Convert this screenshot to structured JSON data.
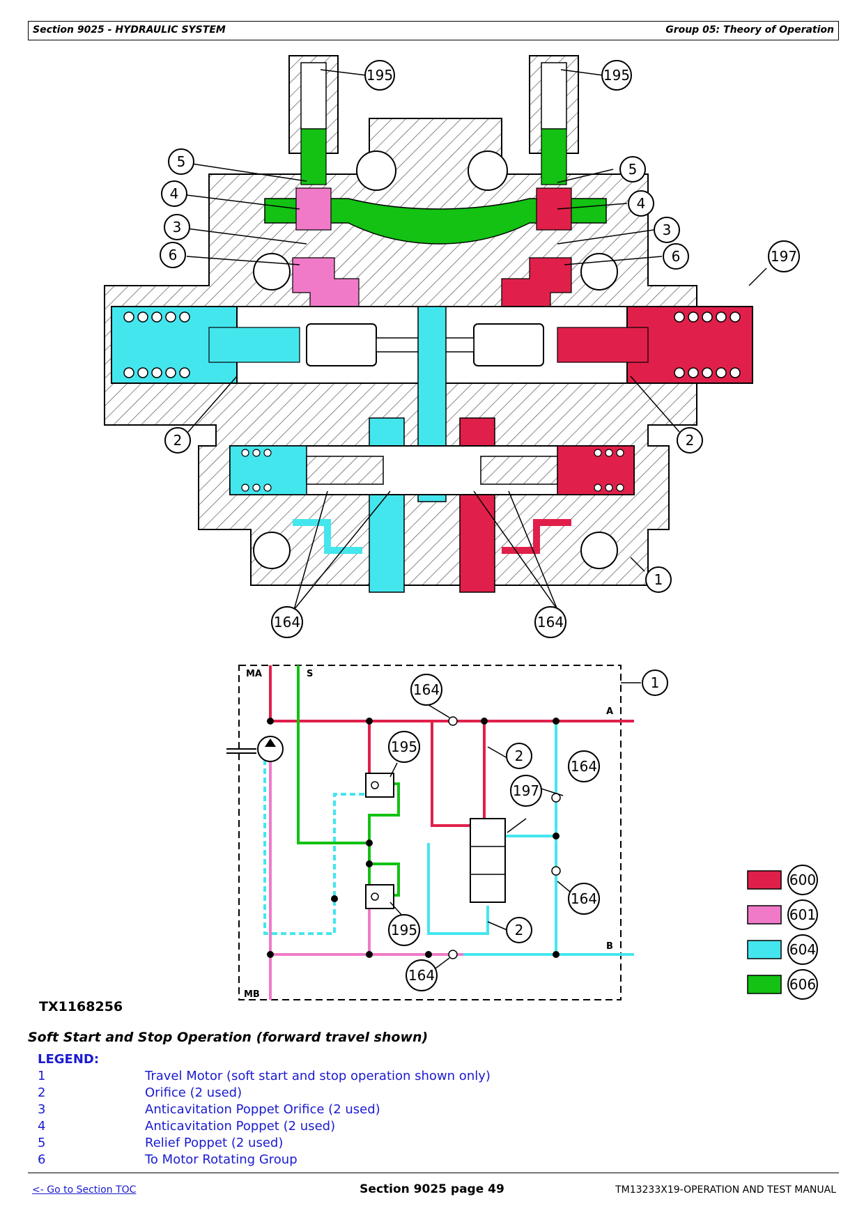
{
  "header": {
    "section": "Section 9025 - HYDRAULIC SYSTEM",
    "group": "Group 05: Theory of Operation"
  },
  "figure": {
    "id": "TX1168256",
    "cutaway_callouts": [
      "195",
      "195",
      "5",
      "5",
      "4",
      "4",
      "3",
      "3",
      "6",
      "6",
      "197",
      "2",
      "2",
      "1",
      "164",
      "164"
    ],
    "schematic_labels": {
      "ma": "MA",
      "s": "S",
      "mb": "MB",
      "a": "A",
      "b": "B"
    },
    "schematic_callouts": [
      "1",
      "164",
      "2",
      "164",
      "195",
      "197",
      "195",
      "164",
      "2",
      "164"
    ],
    "colors": {
      "pressure_red": "#e0204a",
      "pink": "#f07ac8",
      "cyan": "#44e6ee",
      "green": "#13c213"
    },
    "color_key": [
      {
        "code": "600",
        "color": "#e0204a"
      },
      {
        "code": "601",
        "color": "#f07ac8"
      },
      {
        "code": "604",
        "color": "#44e6ee"
      },
      {
        "code": "606",
        "color": "#13c213"
      }
    ]
  },
  "caption": "Soft Start and Stop Operation (forward travel shown)",
  "legend": {
    "title": "LEGEND:",
    "items": [
      {
        "num": "1",
        "text": "Travel Motor (soft start and stop operation shown only)"
      },
      {
        "num": "2",
        "text": "Orifice (2 used)"
      },
      {
        "num": "3",
        "text": "Anticavitation Poppet Orifice (2 used)"
      },
      {
        "num": "4",
        "text": "Anticavitation Poppet (2 used)"
      },
      {
        "num": "5",
        "text": "Relief Poppet (2 used)"
      },
      {
        "num": "6",
        "text": "To Motor Rotating Group"
      }
    ]
  },
  "footer": {
    "toc_link": "<- Go to Section TOC",
    "page": "Section 9025 page 49",
    "manual": "TM13233X19-OPERATION AND TEST MANUAL"
  }
}
